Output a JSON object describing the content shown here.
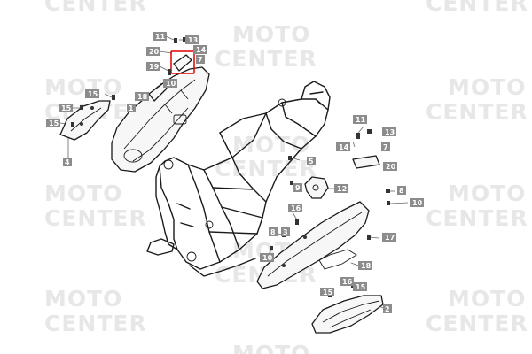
{
  "watermark": {
    "line1": "MOTO",
    "line2": "CENTER"
  },
  "colors": {
    "highlight": "#e00000",
    "label_bg": "#8c8c8c",
    "watermark": "#e7e7e7"
  },
  "callouts": [
    {
      "id": "c11a",
      "text": "11"
    },
    {
      "id": "c13a",
      "text": "13"
    },
    {
      "id": "c20a",
      "text": "20"
    },
    {
      "id": "c14a",
      "text": "14"
    },
    {
      "id": "c7a",
      "text": "7"
    },
    {
      "id": "c19",
      "text": "19"
    },
    {
      "id": "c10a",
      "text": "10"
    },
    {
      "id": "c15a",
      "text": "15"
    },
    {
      "id": "c18a",
      "text": "18"
    },
    {
      "id": "c15b",
      "text": "15"
    },
    {
      "id": "c1",
      "text": "1"
    },
    {
      "id": "c15c",
      "text": "15"
    },
    {
      "id": "c4",
      "text": "4"
    },
    {
      "id": "c11b",
      "text": "11"
    },
    {
      "id": "c13b",
      "text": "13"
    },
    {
      "id": "c14b",
      "text": "14"
    },
    {
      "id": "c7b",
      "text": "7"
    },
    {
      "id": "c20b",
      "text": "20"
    },
    {
      "id": "c5",
      "text": "5"
    },
    {
      "id": "c9",
      "text": "9"
    },
    {
      "id": "c12",
      "text": "12"
    },
    {
      "id": "c8a",
      "text": "8"
    },
    {
      "id": "c10b",
      "text": "10"
    },
    {
      "id": "c16a",
      "text": "16"
    },
    {
      "id": "c8b",
      "text": "8"
    },
    {
      "id": "c3",
      "text": "3"
    },
    {
      "id": "c17",
      "text": "17"
    },
    {
      "id": "c10c",
      "text": "10"
    },
    {
      "id": "c18b",
      "text": "18"
    },
    {
      "id": "c15d",
      "text": "15"
    },
    {
      "id": "c16b",
      "text": "16"
    },
    {
      "id": "c15e",
      "text": "15"
    },
    {
      "id": "c2",
      "text": "2"
    }
  ]
}
